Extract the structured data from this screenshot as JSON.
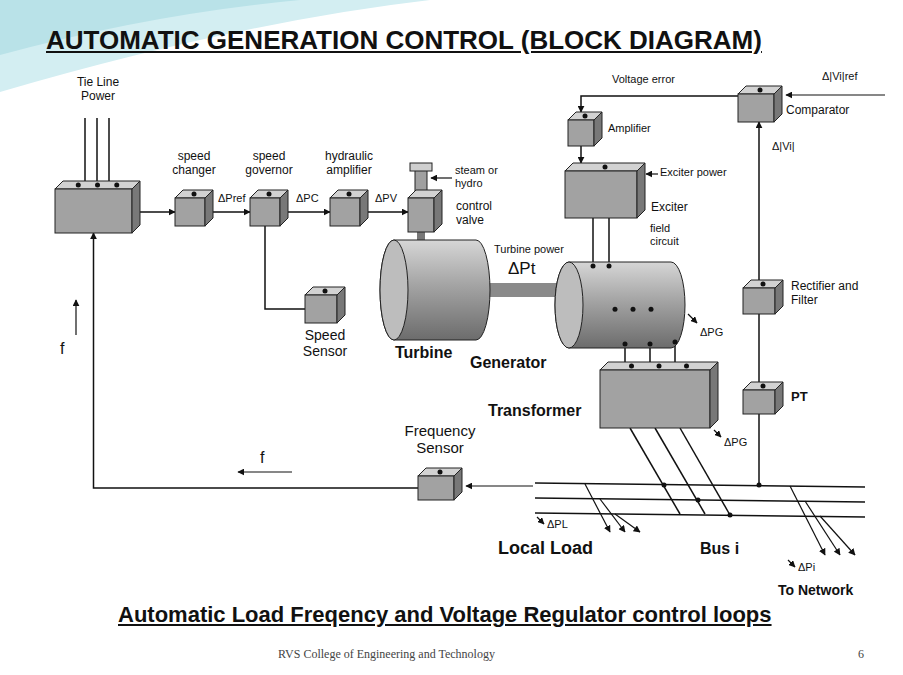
{
  "diagram": {
    "title": "AUTOMATIC GENERATION CONTROL (BLOCK DIAGRAM)",
    "caption": "Automatic Load Freqency and Voltage Regulator control loops",
    "nodes": [
      {
        "text": [
          "Tie Line Power"
        ]
      },
      {
        "text": [
          "speed changer"
        ]
      },
      {
        "text": [
          "speed governor"
        ]
      },
      {
        "text": [
          "hydraulic amplifier"
        ]
      },
      {
        "text": [
          "control valve"
        ]
      },
      {
        "text": [
          "Amplifier"
        ]
      },
      {
        "text": [
          "Exciter"
        ]
      },
      {
        "text": [
          "Comparator"
        ]
      },
      {
        "text": [
          "Speed Sensor"
        ]
      },
      {
        "text": [
          "Turbine"
        ]
      },
      {
        "text": [
          "Generator"
        ]
      },
      {
        "text": [
          "Rectifier and Filter"
        ]
      },
      {
        "text": [
          "Transformer"
        ]
      },
      {
        "text": [
          "PT"
        ]
      },
      {
        "text": [
          "Frequency Sensor"
        ]
      }
    ],
    "edges": [
      {
        "from": 0,
        "to": 1,
        "arrow": "to"
      },
      {
        "from": 1,
        "to": 2,
        "label": "ΔPref",
        "arrow": "to"
      },
      {
        "from": 2,
        "to": 3,
        "label": "ΔPC",
        "arrow": "to"
      },
      {
        "from": 3,
        "to": 4,
        "label": "ΔPV",
        "arrow": "to"
      },
      {
        "from": 4,
        "to": 9,
        "arrow": "none"
      },
      {
        "from": 8,
        "to": 2,
        "arrow": "none"
      },
      {
        "from": 9,
        "to": 10,
        "arrow": "none"
      },
      {
        "from": 6,
        "to": 10,
        "arrow": "none"
      },
      {
        "from": 10,
        "to": 12,
        "arrow": "none"
      },
      {
        "from": 7,
        "to": 5,
        "label": "Voltage error",
        "arrow": "to"
      },
      {
        "from": 5,
        "to": 6,
        "arrow": "to"
      },
      {
        "from": 11,
        "to": 7,
        "label": "Δ|Vi|",
        "arrow": "to"
      },
      {
        "from": 13,
        "to": 11,
        "arrow": "none"
      },
      {
        "from": 14,
        "to": 0,
        "label": "f",
        "arrow": "to"
      }
    ],
    "labels": [
      "steam or hydro",
      "Exciter power",
      "Δ|Vi|ref",
      "Turbine power",
      "ΔPt",
      "field circuit",
      "ΔPG",
      "f",
      "ΔPG",
      "ΔPL",
      "Local Load",
      "Bus i",
      "ΔPi",
      "To Network",
      "RVS College of Engineering and Technology",
      "6"
    ]
  }
}
